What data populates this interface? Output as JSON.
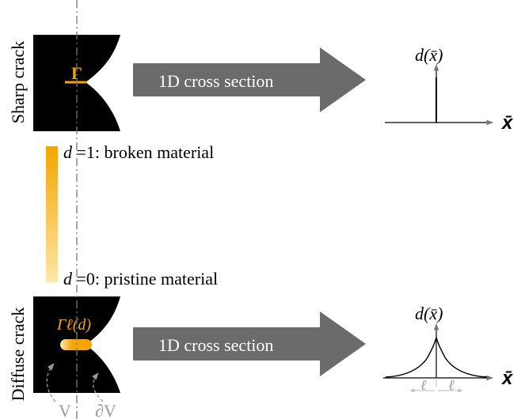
{
  "colors": {
    "specimen": "#000000",
    "accent": "#f5a400",
    "arrow": "#6b6b6b",
    "axis": "#000000",
    "dim": "#9a9a9a"
  },
  "top_panel": {
    "side_label": "Sharp crack",
    "crack_symbol": "Γ",
    "arrow_label": "1D cross section",
    "plot": {
      "y_label": "d(x̄)",
      "x_label": "x̄"
    }
  },
  "damage_scale": {
    "max_d": "d",
    "max_label": "=1: broken material",
    "min_d": "d",
    "min_label": "=0: pristine material"
  },
  "bottom_panel": {
    "side_label": "Diffuse crack",
    "crack_symbol": "Γℓ(d)",
    "arrow_label": "1D cross section",
    "plot": {
      "y_label": "d(x̄)",
      "x_label": "x̄",
      "width_left": "ℓ",
      "width_right": "ℓ"
    },
    "domain_label": "V",
    "boundary_label": "∂V"
  }
}
